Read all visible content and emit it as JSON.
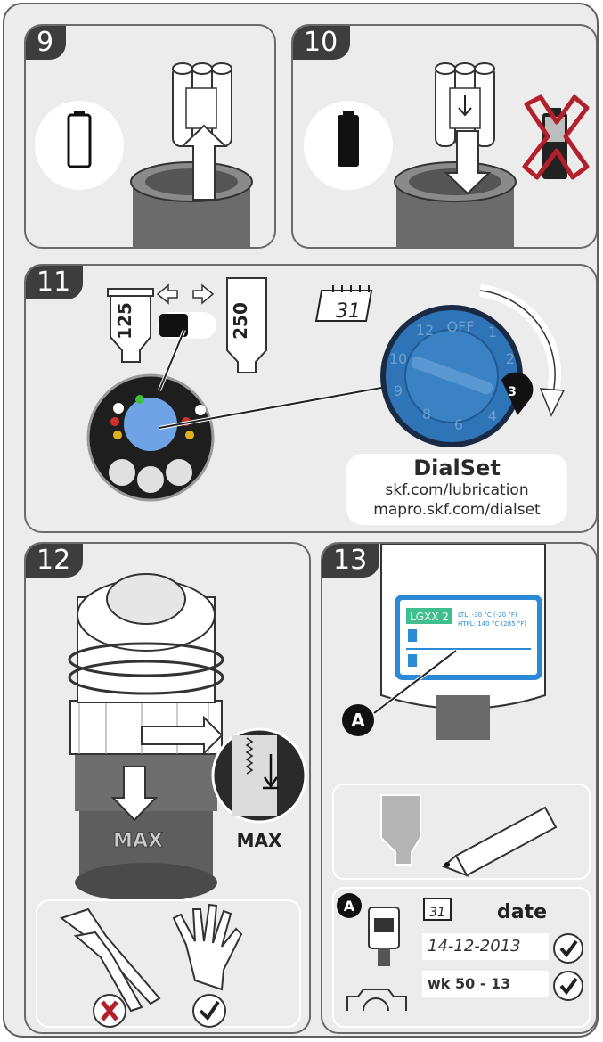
{
  "steps": [
    {
      "number": "9"
    },
    {
      "number": "10"
    },
    {
      "number": "11"
    },
    {
      "number": "12"
    },
    {
      "number": "13"
    }
  ],
  "step11": {
    "size_small": "125",
    "size_large": "250",
    "calendar_day": "31",
    "dial_labels": [
      "12",
      "OFF",
      "1",
      "2",
      "10",
      "9",
      "8",
      "6",
      "4"
    ],
    "dial_selected": "3",
    "dialset_title": "DialSet",
    "dialset_url1": "skf.com/lubrication",
    "dialset_url2": "mapro.skf.com/dialset"
  },
  "step12": {
    "max_label_body": "MAX",
    "max_label_inset": "MAX"
  },
  "step13": {
    "label_grease": "LGXX 2",
    "label_ltl": "LTL:   -30 °C (-20 °F)",
    "label_htpl": "HTPL: 140 °C (285 °F)",
    "callout": "A",
    "bottom_callout": "A",
    "calendar_day": "31",
    "date_heading": "date",
    "date_example": "14-12-2013",
    "week_example": "wk 50 - 13"
  },
  "colors": {
    "panel_bg": "#ececec",
    "number_tab": "#3d3d3d",
    "dial_blue": "#2f74b7",
    "label_blue": "#2a8ad6",
    "label_green": "#3fbf8f",
    "cross_red": "#b3202b"
  }
}
